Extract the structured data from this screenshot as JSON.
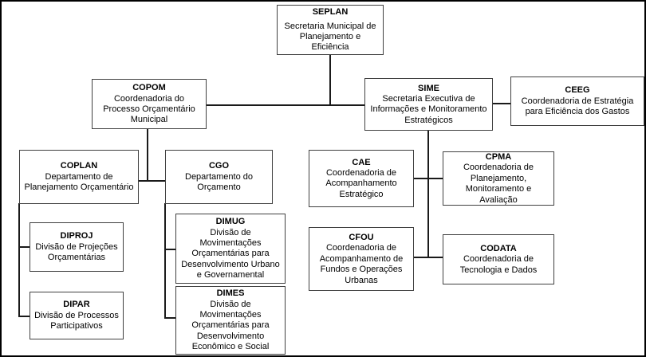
{
  "nodes": {
    "seplan": {
      "code": "SEPLAN",
      "name": "Secretaria Municipal de Planejamento e Eficiência"
    },
    "copom": {
      "code": "COPOM",
      "name": "Coordenadoria do Processo Orçamentário Municipal"
    },
    "sime": {
      "code": "SIME",
      "name": "Secretaria Executiva de Informações e Monitoramento Estratégicos"
    },
    "ceeg": {
      "code": "CEEG",
      "name": "Coordenadoria de Estratégia para Eficiência dos Gastos"
    },
    "coplan": {
      "code": "COPLAN",
      "name": "Departamento de Planejamento Orçamentário"
    },
    "cgo": {
      "code": "CGO",
      "name": "Departamento do Orçamento"
    },
    "cae": {
      "code": "CAE",
      "name": "Coordenadoria de Acompanhamento Estratégico"
    },
    "cpma": {
      "code": "CPMA",
      "name": "Coordenadoria de Planejamento, Monitoramento e Avaliação"
    },
    "diproj": {
      "code": "DIPROJ",
      "name": "Divisão de Projeções Orçamentárias"
    },
    "dipar": {
      "code": "DIPAR",
      "name": "Divisão de Processos Participativos"
    },
    "dimug": {
      "code": "DIMUG",
      "name": "Divisão de Movimentações Orçamentárias para Desenvolvimento Urbano e Governamental"
    },
    "dimes": {
      "code": "DIMES",
      "name": "Divisão de Movimentações Orçamentárias para Desenvolvimento Econômico e Social"
    },
    "cfou": {
      "code": "CFOU",
      "name": "Coordenadoria de Acompanhamento de Fundos e Operações Urbanas"
    },
    "codata": {
      "code": "CODATA",
      "name": "Coordenadoria de Tecnologia e Dados"
    }
  },
  "edges": [
    [
      "SEPLAN",
      "COPOM"
    ],
    [
      "SEPLAN",
      "SIME"
    ],
    [
      "SIME",
      "CEEG"
    ],
    [
      "COPOM",
      "COPLAN"
    ],
    [
      "COPOM",
      "CGO"
    ],
    [
      "SIME",
      "CAE"
    ],
    [
      "SIME",
      "CPMA"
    ],
    [
      "SIME",
      "CFOU"
    ],
    [
      "SIME",
      "CODATA"
    ],
    [
      "COPLAN",
      "DIPROJ"
    ],
    [
      "COPLAN",
      "DIPAR"
    ],
    [
      "CGO",
      "DIMUG"
    ],
    [
      "CGO",
      "DIMES"
    ]
  ],
  "colors": {
    "box_border": "#404040",
    "line": "#1a1a1a",
    "background": "#ffffff",
    "text": "#000000"
  }
}
